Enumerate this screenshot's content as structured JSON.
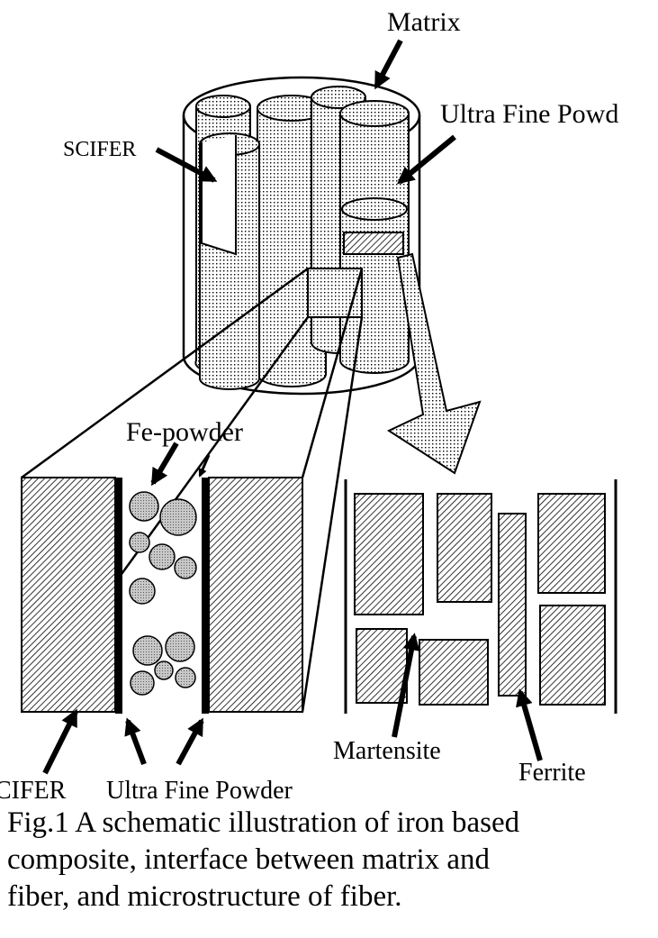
{
  "labels": {
    "matrix": "Matrix",
    "ultra_fine_powder_top": "Ultra Fine Powd",
    "scifer_top": "SCIFER",
    "fe_powder": "Fe-powder",
    "scifer_bottom": "CIFER",
    "ultra_fine_powder_bottom": "Ultra Fine Powder",
    "martensite": "Martensite",
    "ferrite": "Ferrite"
  },
  "caption": {
    "line1": "Fig.1 A schematic illustration of iron based",
    "line2": "composite, interface between matrix and",
    "line3": "fiber, and microstructure of fiber."
  },
  "colors": {
    "ink": "#000000",
    "paper": "#ffffff",
    "powder_ball": "#c8c8c8"
  }
}
